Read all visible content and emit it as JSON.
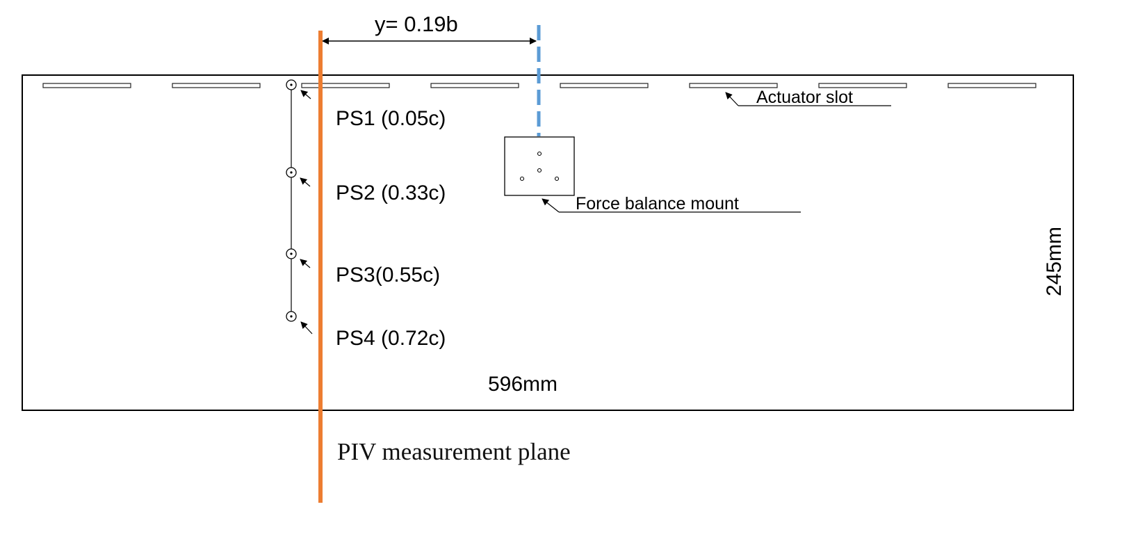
{
  "diagram": {
    "spanwise_distance_label": "y= 0.19b",
    "actuator_slot_label": "Actuator slot",
    "force_balance_label": "Force balance mount",
    "span_dimension_label": "596mm",
    "chord_dimension_label": "245mm",
    "piv_plane_label": "PIV measurement plane",
    "pressure_sensors": [
      {
        "label": "PS1 (0.05c)"
      },
      {
        "label": "PS2 (0.33c)"
      },
      {
        "label": "PS3(0.55c)"
      },
      {
        "label": "PS4 (0.72c)"
      }
    ],
    "colors": {
      "piv_plane_line": "#ED7D31",
      "spanwise_station_line": "#5B9BD5",
      "outline": "#000000"
    }
  }
}
